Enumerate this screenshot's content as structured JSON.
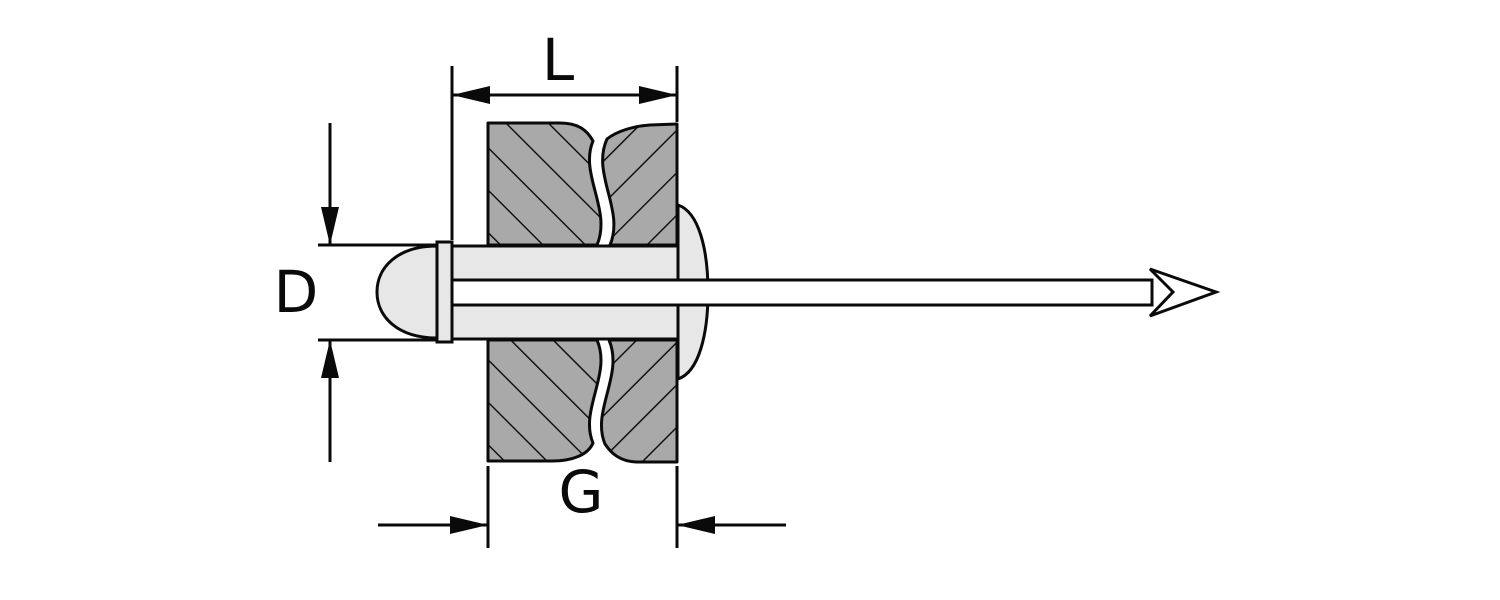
{
  "diagram": {
    "labels": {
      "body_length": "L",
      "body_diameter": "D",
      "grip_range": "G"
    },
    "colors": {
      "line": "#0a0a0a",
      "plate_fill": "#a9a9a9",
      "rivet_fill": "#e7e7e7",
      "stem_fill": "#ffffff",
      "background": "#ffffff"
    }
  }
}
